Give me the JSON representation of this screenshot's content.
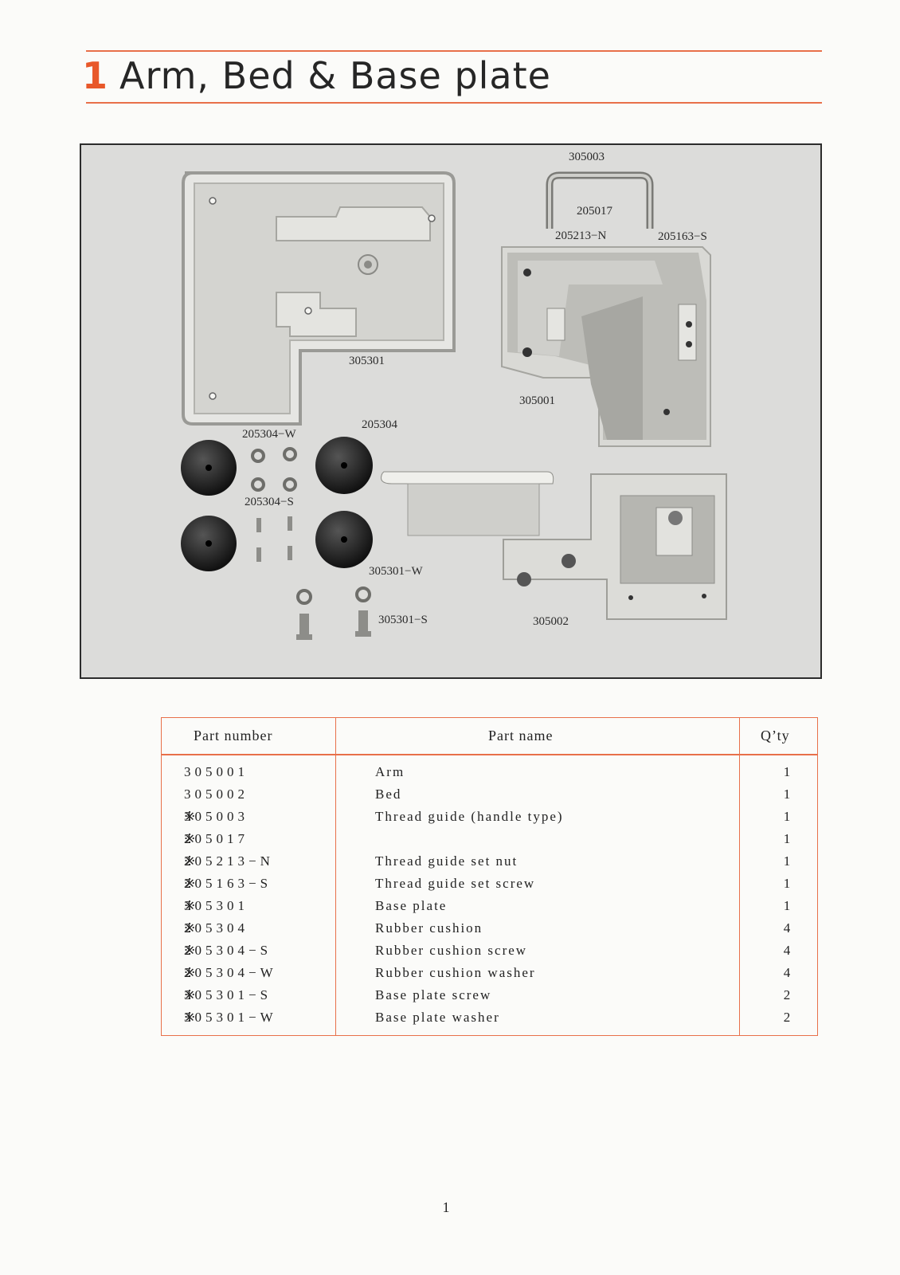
{
  "section": {
    "number": "1",
    "title": "Arm, Bed & Base plate"
  },
  "figure": {
    "callouts": [
      {
        "label": "305003"
      },
      {
        "label": "205017"
      },
      {
        "label": "205213−N"
      },
      {
        "label": "205163−S"
      },
      {
        "label": "305301"
      },
      {
        "label": "305001"
      },
      {
        "label": "205304−W"
      },
      {
        "label": "205304"
      },
      {
        "label": "205304−S"
      },
      {
        "label": "305301−W"
      },
      {
        "label": "305301−S"
      },
      {
        "label": "305002"
      }
    ]
  },
  "parts_table": {
    "headers": {
      "part_number": "Part number",
      "part_name": "Part name",
      "qty": "Q’ty"
    },
    "rows": [
      {
        "mark": "",
        "part_number": "305001",
        "part_name": "Arm",
        "qty": "1"
      },
      {
        "mark": "",
        "part_number": "305002",
        "part_name": "Bed",
        "qty": "1"
      },
      {
        "mark": "※",
        "part_number": "305003",
        "part_name": "Thread guide (handle type)",
        "qty": "1"
      },
      {
        "mark": "※",
        "part_number": "205017",
        "part_name": "",
        "qty": "1"
      },
      {
        "mark": "※",
        "part_number": "205213−N",
        "part_name": "Thread guide set nut",
        "qty": "1"
      },
      {
        "mark": "※",
        "part_number": "205163−S",
        "part_name": "Thread guide set screw",
        "qty": "1"
      },
      {
        "mark": "※",
        "part_number": "305301",
        "part_name": "Base plate",
        "qty": "1"
      },
      {
        "mark": "※",
        "part_number": "205304",
        "part_name": "Rubber cushion",
        "qty": "4"
      },
      {
        "mark": "※",
        "part_number": "205304−S",
        "part_name": "Rubber cushion screw",
        "qty": "4"
      },
      {
        "mark": "※",
        "part_number": "205304−W",
        "part_name": "Rubber cushion washer",
        "qty": "4"
      },
      {
        "mark": "※",
        "part_number": "305301−S",
        "part_name": "Base plate screw",
        "qty": "2"
      },
      {
        "mark": "※",
        "part_number": "305301−W",
        "part_name": "Base plate washer",
        "qty": "2"
      }
    ]
  },
  "page_number": "1",
  "colors": {
    "accent": "#e8704a",
    "section_number": "#e8582a",
    "text": "#222222"
  }
}
